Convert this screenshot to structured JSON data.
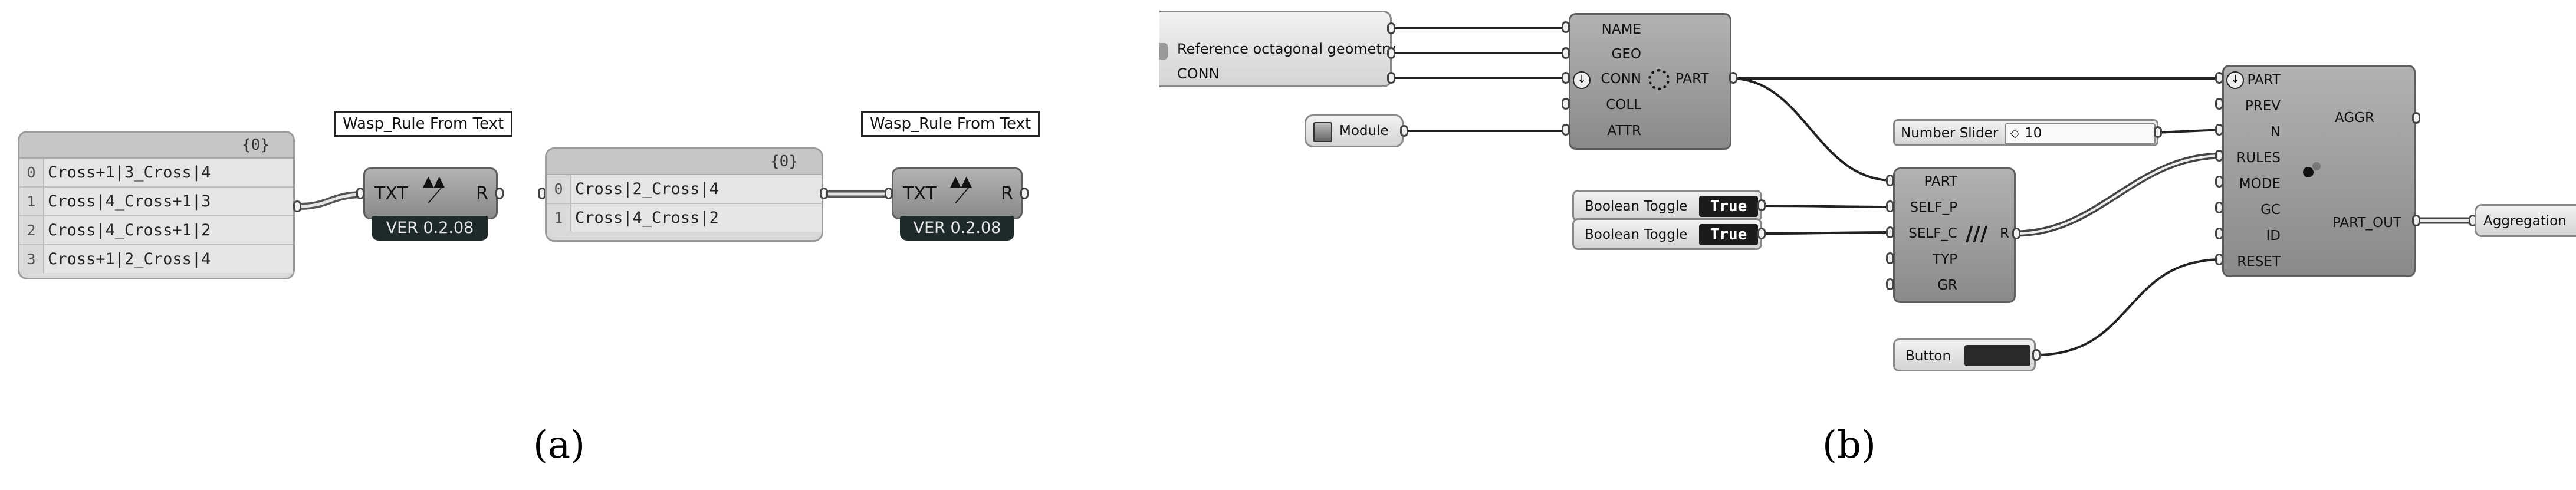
{
  "figure_a": {
    "caption": "(a)",
    "panel1": {
      "header": "{0}",
      "rows": [
        {
          "index": "0",
          "text": "Cross+1|3_Cross|4"
        },
        {
          "index": "1",
          "text": "Cross|4_Cross+1|3"
        },
        {
          "index": "2",
          "text": "Cross|4_Cross+1|2"
        },
        {
          "index": "3",
          "text": "Cross+1|2_Cross|4"
        }
      ]
    },
    "panel2": {
      "header": "{0}",
      "rows": [
        {
          "index": "0",
          "text": "Cross|2_Cross|4"
        },
        {
          "index": "1",
          "text": "Cross|4_Cross|2"
        }
      ]
    },
    "component": {
      "tooltip": "Wasp_Rule From Text",
      "input": "TXT",
      "output": "R",
      "version": "VER 0.2.08"
    }
  },
  "figure_b": {
    "caption": "(b)",
    "ref_panel": {
      "line1": "Reference octagonal geometry",
      "line2": "CONN"
    },
    "module_param": "Module",
    "part_component": {
      "inputs": [
        "NAME",
        "GEO",
        "CONN",
        "COLL",
        "ATTR"
      ],
      "output": "PART"
    },
    "rules_component": {
      "inputs": [
        "PART",
        "SELF_P",
        "SELF_C",
        "TYP",
        "GR"
      ],
      "output": "R"
    },
    "boolean_toggles": [
      {
        "label": "Boolean Toggle",
        "value": "True"
      },
      {
        "label": "Boolean Toggle",
        "value": "True"
      }
    ],
    "number_slider": {
      "label": "Number Slider",
      "value": "10"
    },
    "button": {
      "label": "Button"
    },
    "aggregation_component": {
      "inputs": [
        "PART",
        "PREV",
        "N",
        "RULES",
        "MODE",
        "GC",
        "ID",
        "RESET"
      ],
      "outputs": [
        "AGGR",
        "PART_OUT"
      ]
    },
    "aggregation_output": "Aggregation"
  }
}
